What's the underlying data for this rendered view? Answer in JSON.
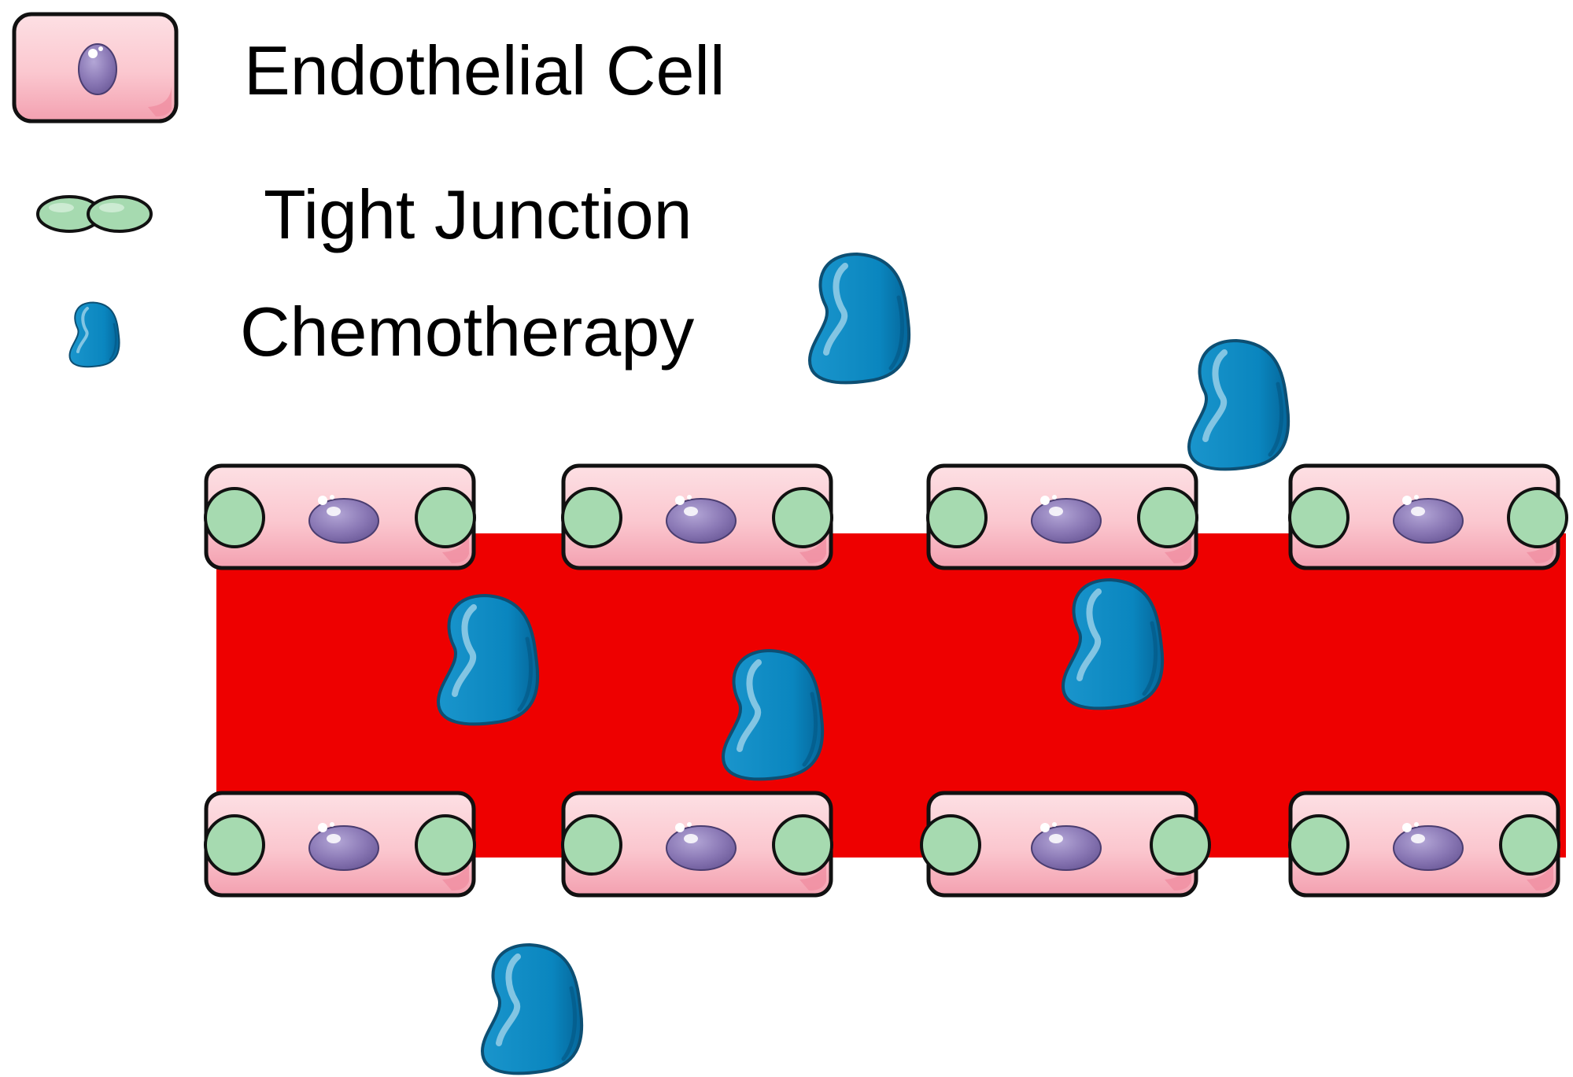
{
  "legend": {
    "items": [
      {
        "icon": "endothelial-cell-icon",
        "label": "Endothelial Cell"
      },
      {
        "icon": "tight-junction-icon",
        "label": "Tight Junction"
      },
      {
        "icon": "chemotherapy-drug-icon",
        "label": "Chemotherapy"
      }
    ]
  },
  "colors": {
    "blood_vessel": "#ee0000",
    "cell_fill": "#fbc7cf",
    "cell_shadow": "#f08ea1",
    "nucleus": "#8a78b5",
    "nucleus_dark": "#6d5b9a",
    "tight_junction": "#a6dab0",
    "drug": "#0a86bf",
    "drug_highlight": "#69b6dc",
    "outline": "#111111"
  }
}
